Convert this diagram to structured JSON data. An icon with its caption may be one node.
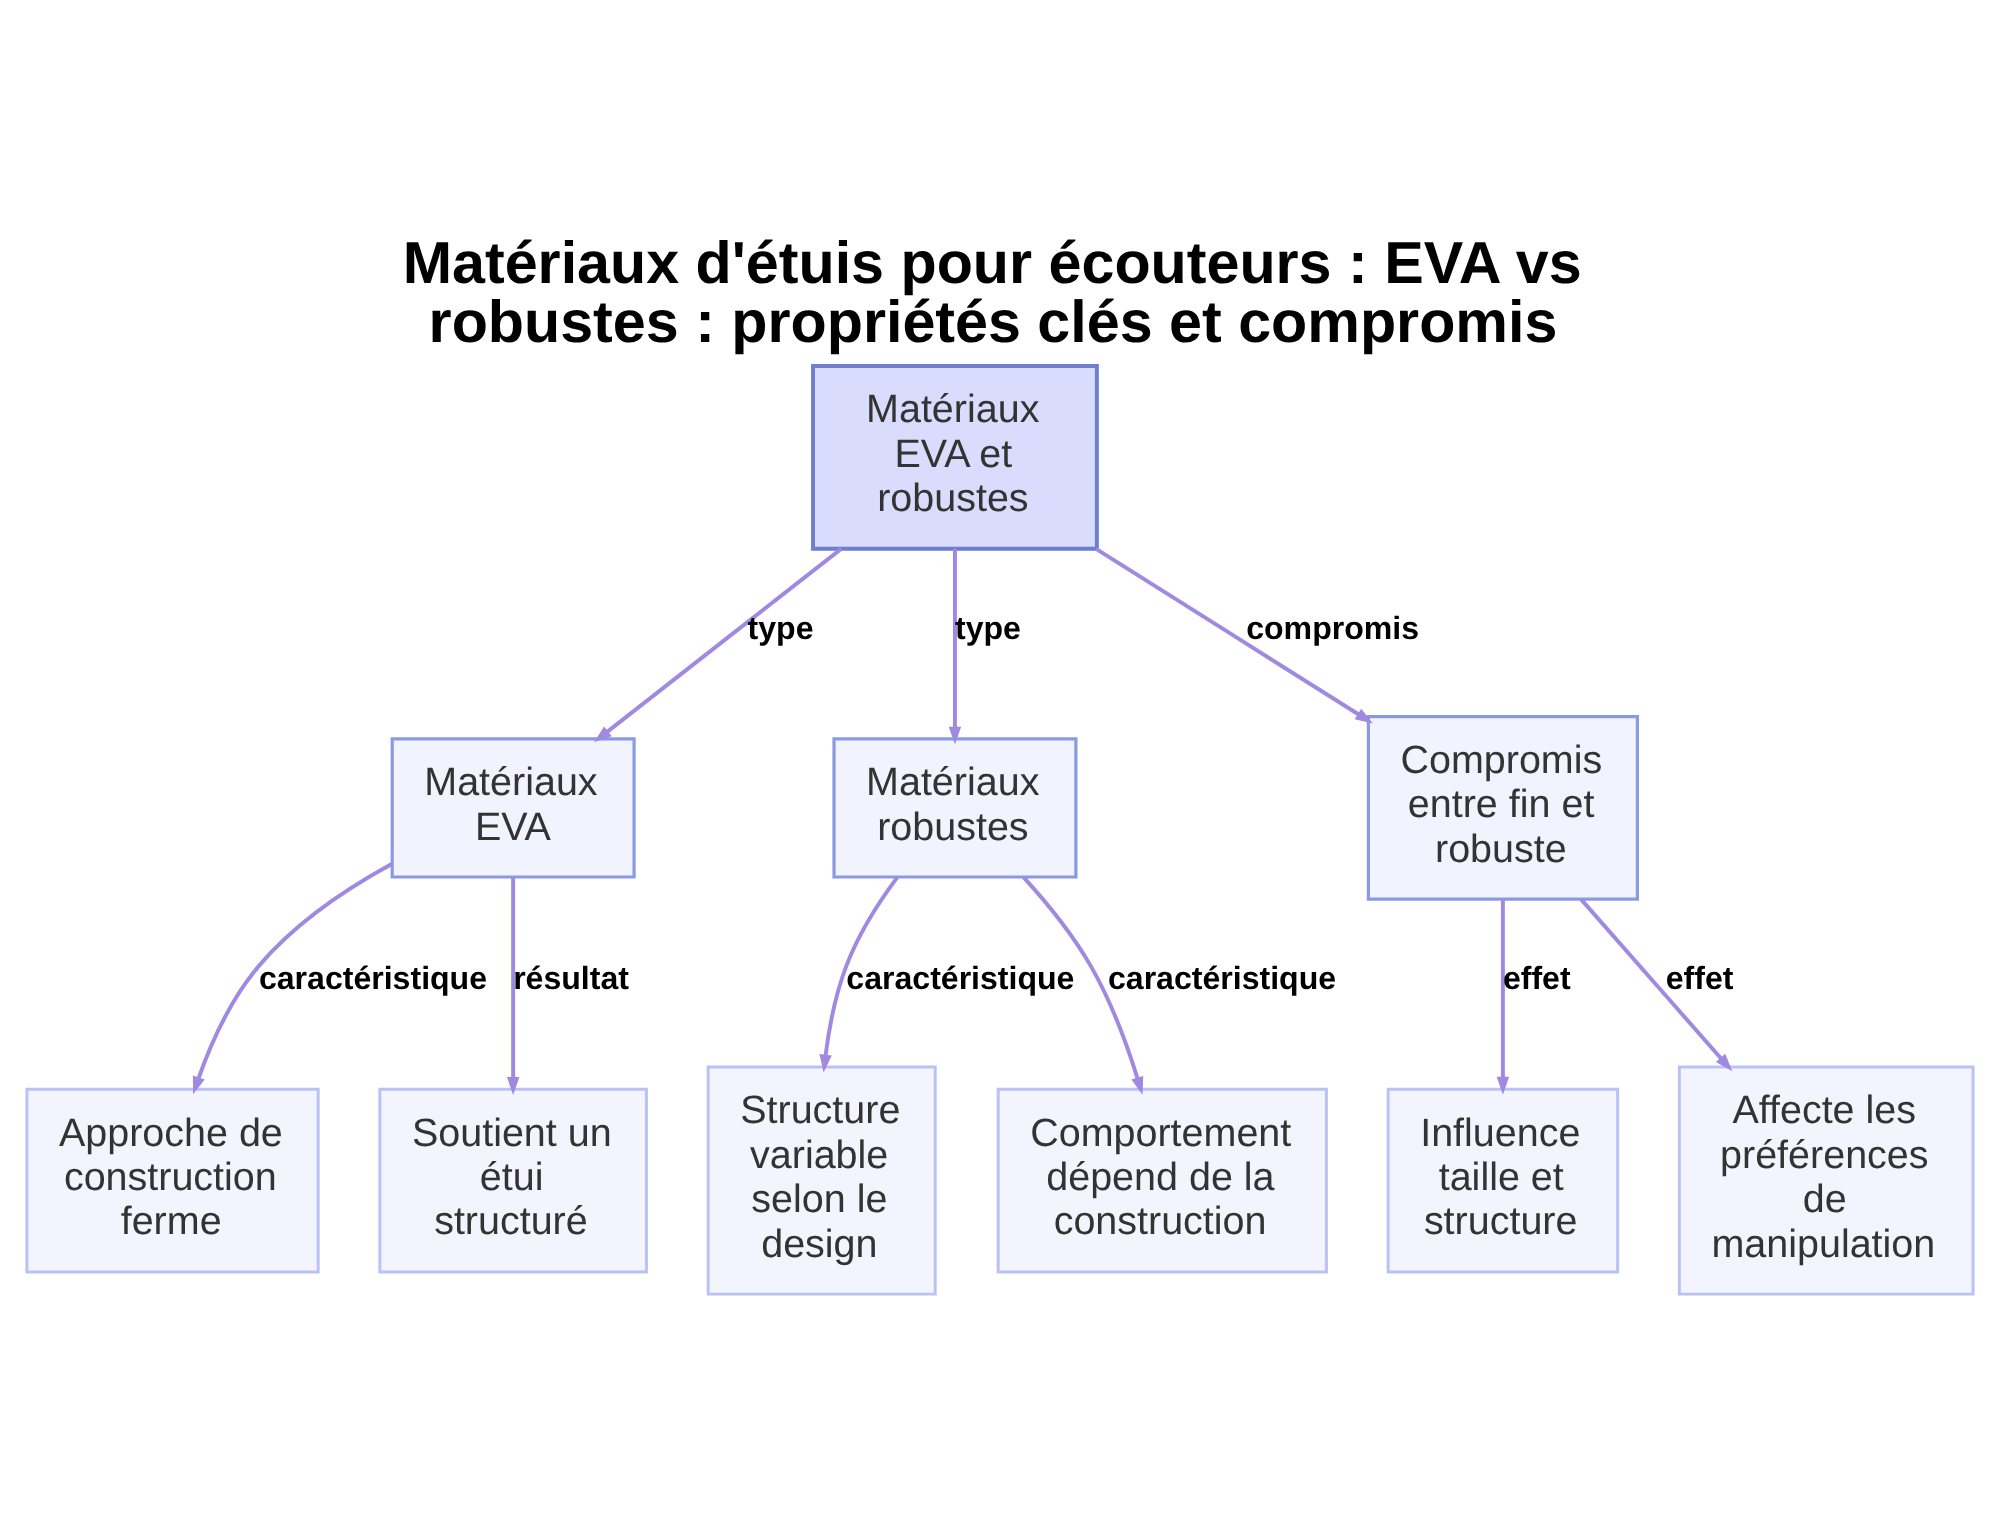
{
  "diagram": {
    "title": "Matériaux d'étuis pour écouteurs : EVA vs robustes : propriétés clés et compromis",
    "nodes": [
      {
        "text": [
          "Matériaux EVA et robustes"
        ]
      },
      {
        "text": [
          "Matériaux EVA"
        ]
      },
      {
        "text": [
          "Matériaux robustes"
        ]
      },
      {
        "text": [
          "Compromis entre fin et robuste"
        ]
      },
      {
        "text": [
          "Approche de construction ferme"
        ]
      },
      {
        "text": [
          "Soutient un étui structuré"
        ]
      },
      {
        "text": [
          "Structure variable selon le design"
        ]
      },
      {
        "text": [
          "Comportement dépend de la construction"
        ]
      },
      {
        "text": [
          "Influence taille et structure"
        ]
      },
      {
        "text": [
          "Affecte les préférences de manipulation"
        ]
      }
    ],
    "edges": [
      {
        "from": 0,
        "to": 1,
        "arrow": "to",
        "label": "type"
      },
      {
        "from": 0,
        "to": 2,
        "arrow": "to",
        "label": "type"
      },
      {
        "from": 0,
        "to": 3,
        "arrow": "to",
        "label": "compromis"
      },
      {
        "from": 1,
        "to": 4,
        "arrow": "to",
        "label": "caractéristique"
      },
      {
        "from": 1,
        "to": 5,
        "arrow": "to",
        "label": "résultat"
      },
      {
        "from": 2,
        "to": 6,
        "arrow": "to",
        "label": "caractéristique"
      },
      {
        "from": 2,
        "to": 7,
        "arrow": "to",
        "label": "caractéristique"
      },
      {
        "from": 3,
        "to": 8,
        "arrow": "to",
        "label": "effet"
      },
      {
        "from": 3,
        "to": 9,
        "arrow": "to",
        "label": "effet"
      }
    ]
  }
}
